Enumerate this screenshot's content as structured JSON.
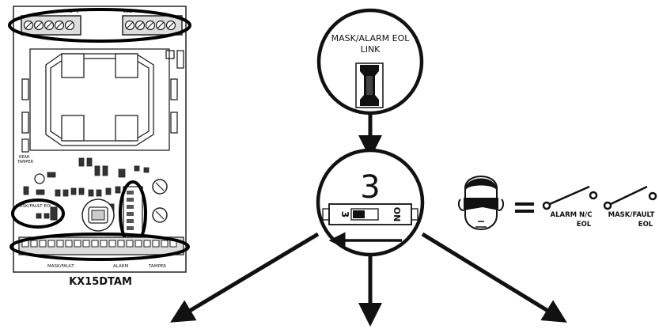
{
  "board": {
    "model": "KX15DTAM",
    "top_left_labels": [
      "R1",
      "1"
    ],
    "top_right_labels": [
      "LED"
    ],
    "rear_tamper": "REAR\nTAMPER",
    "mask_fault_eol": "MASK/FAULT EOL",
    "bottom_labels": [
      "MASK/FAULT",
      "ALARM",
      "TAMPER"
    ]
  },
  "link": {
    "title_line1": "MASK/ALARM EOL",
    "title_line2": "LINK"
  },
  "switch": {
    "number": "3",
    "pos_off": "3",
    "pos_on": "ON"
  },
  "outputs": {
    "alarm_line1": "ALARM N/C",
    "alarm_line2": "EOL",
    "mask_line1": "MASK/FAULT",
    "mask_line2": "EOL"
  },
  "colors": {
    "ink": "#111111",
    "highlight": "#000000"
  }
}
